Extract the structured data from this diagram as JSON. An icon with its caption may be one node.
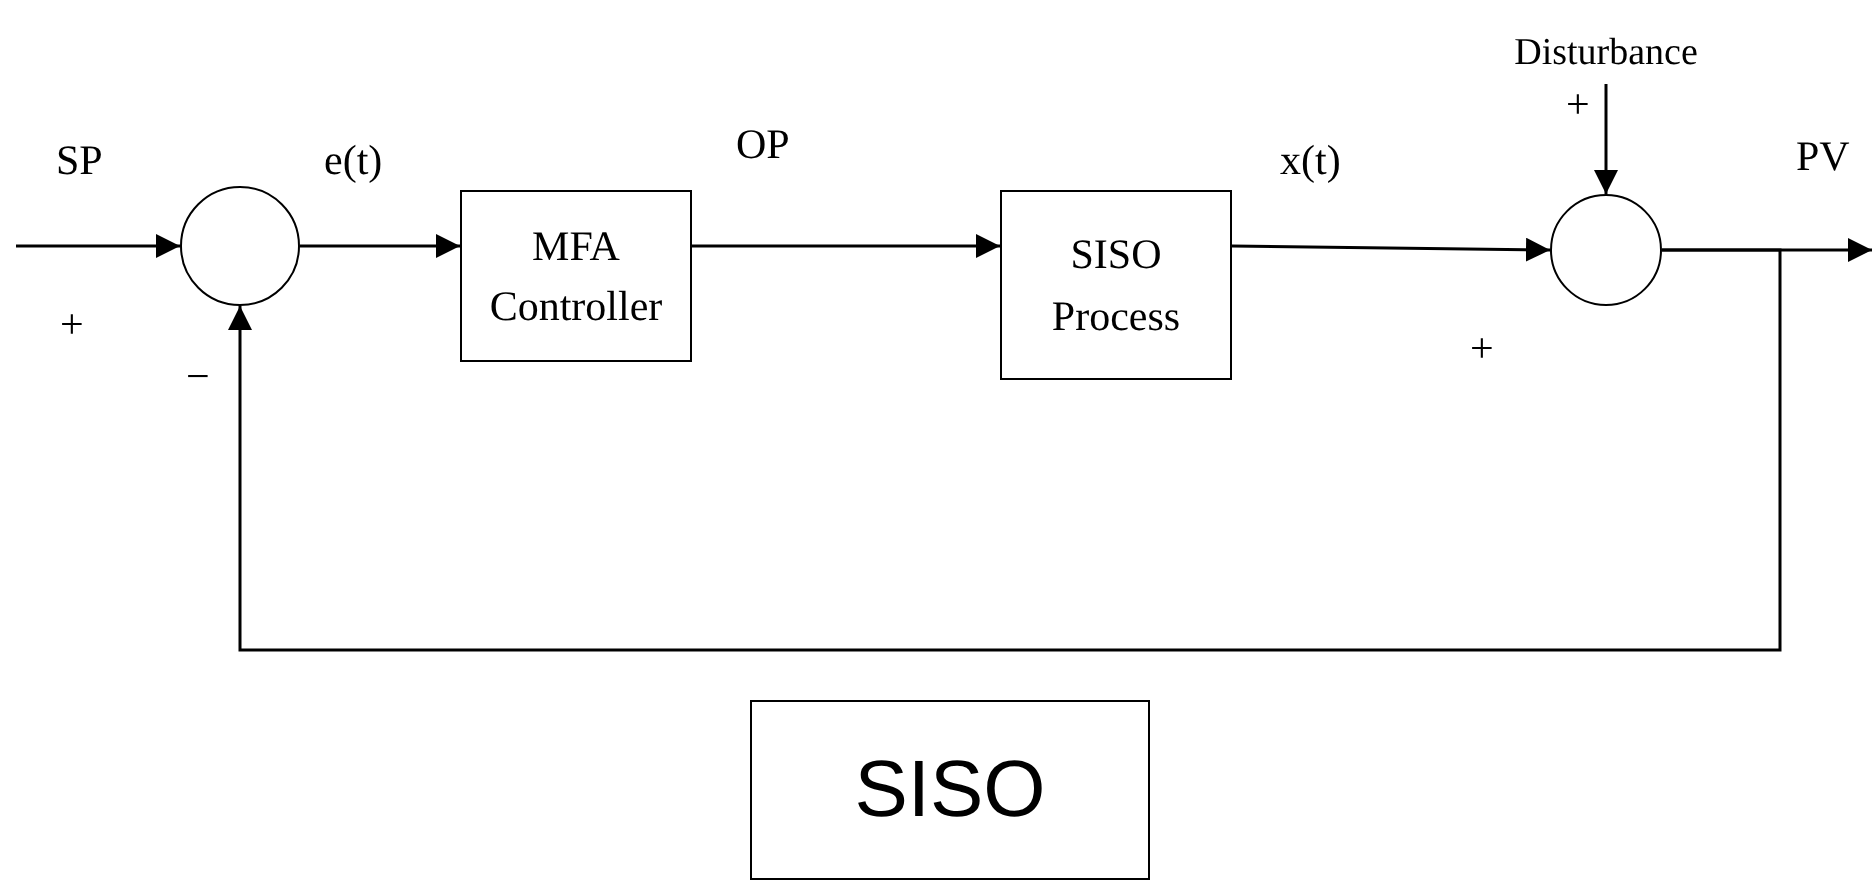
{
  "diagram": {
    "nodes": [
      {
        "text": [],
        "shape": "circle"
      },
      {
        "text": [
          "MFA Controller"
        ]
      },
      {
        "text": [
          "SISO Process"
        ]
      },
      {
        "text": [],
        "shape": "circle"
      },
      {
        "text": [
          "Disturbance"
        ]
      },
      {
        "text": [
          "SISO"
        ]
      }
    ],
    "edges": [
      {
        "from": null,
        "to": 0,
        "arrow": "to",
        "label": "SP"
      },
      {
        "from": 0,
        "to": 1,
        "arrow": "to",
        "label": "e(t)"
      },
      {
        "from": 1,
        "to": 2,
        "arrow": "to",
        "label": "OP"
      },
      {
        "from": 2,
        "to": 3,
        "arrow": "to",
        "label": "x(t)"
      },
      {
        "from": 4,
        "to": 3,
        "arrow": "to"
      },
      {
        "from": 3,
        "to": null,
        "arrow": "to",
        "label": "PV"
      },
      {
        "from": 3,
        "to": 0,
        "arrow": "to"
      }
    ],
    "labels": [
      "+",
      "+",
      "+",
      "−"
    ]
  }
}
